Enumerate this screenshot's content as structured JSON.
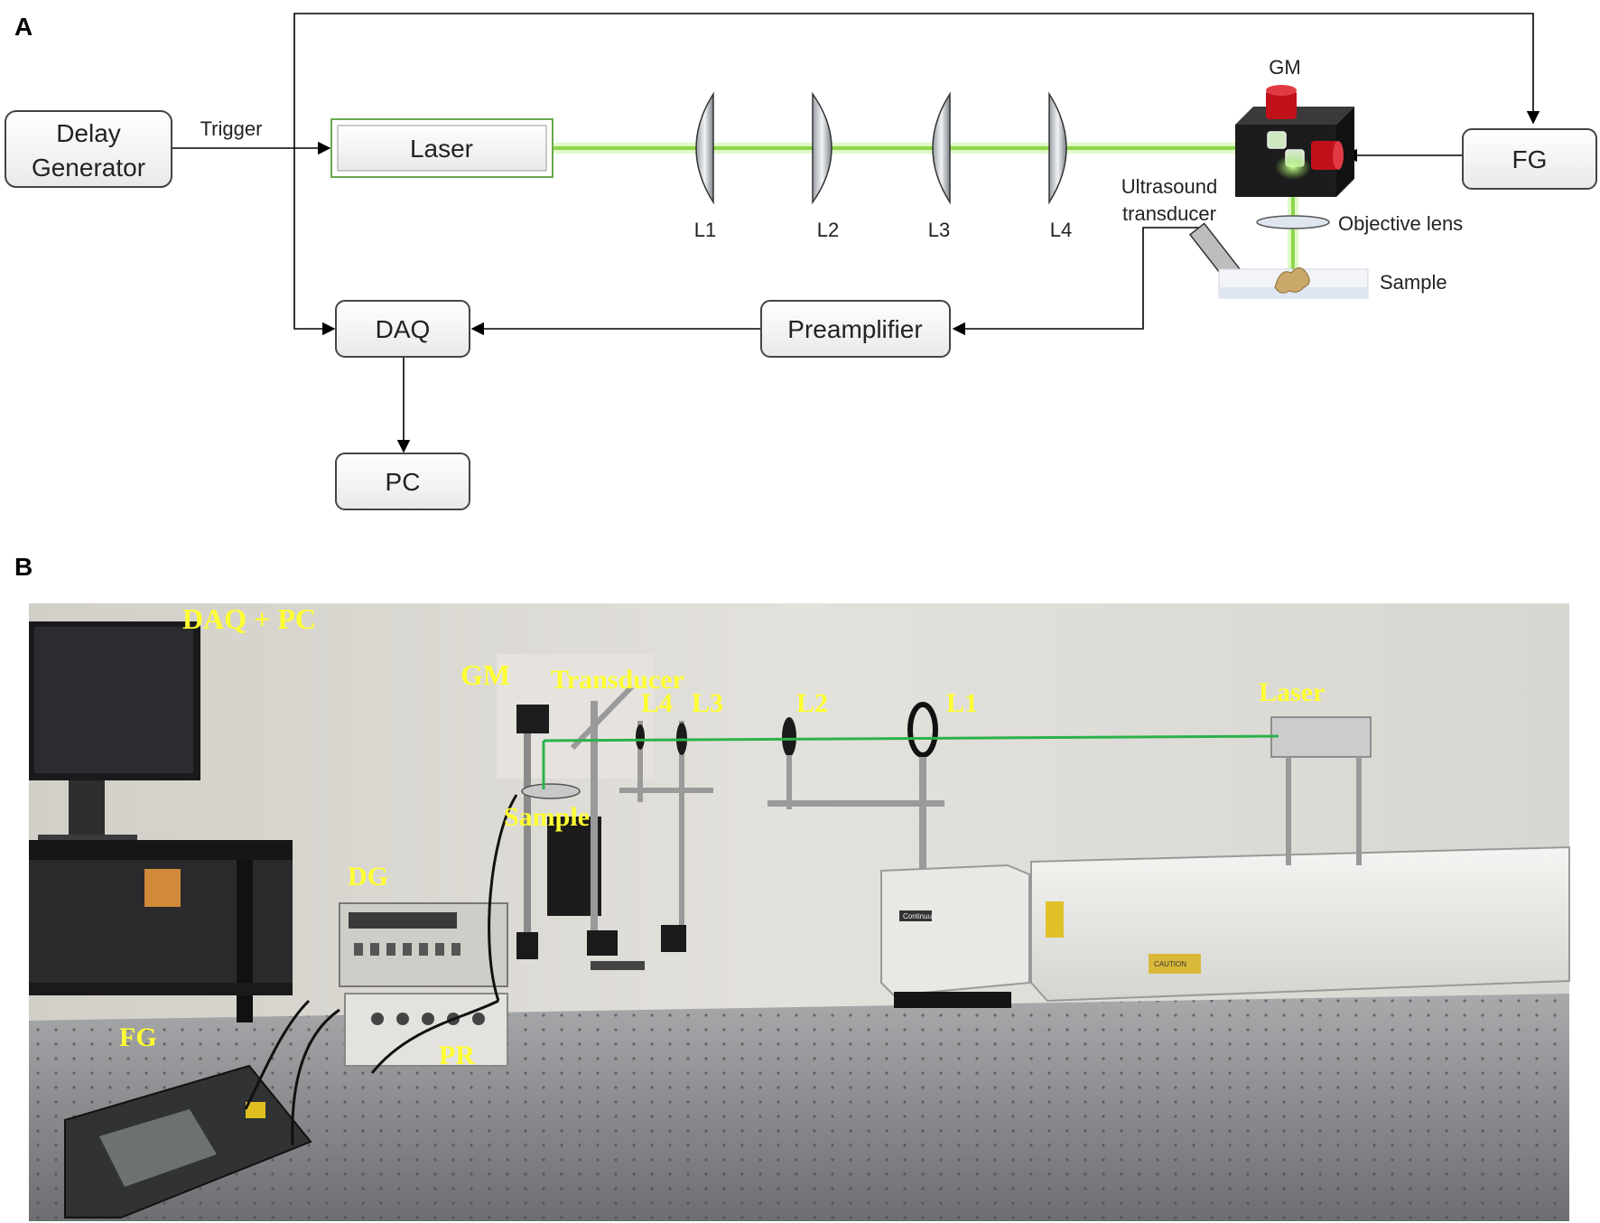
{
  "panels": {
    "a_label": "A",
    "b_label": "B"
  },
  "diagram": {
    "blocks": {
      "delay_generator_line1": "Delay",
      "delay_generator_line2": "Generator",
      "laser": "Laser",
      "fg": "FG",
      "daq": "DAQ",
      "pc": "PC",
      "preamplifier": "Preamplifier"
    },
    "labels": {
      "trigger": "Trigger",
      "gm": "GM",
      "l1": "L1",
      "l2": "L2",
      "l3": "L3",
      "l4": "L4",
      "transducer_line1": "Ultrasound",
      "transducer_line2": "transducer",
      "objective_lens": "Objective lens",
      "sample": "Sample"
    },
    "colors": {
      "beam": "#8ed64a",
      "mirror_motor": "#c0111b",
      "block_border": "#444444"
    }
  },
  "photo": {
    "labels": {
      "daq_pc": "DAQ + PC",
      "gm": "GM",
      "transducer": "Transducer",
      "l4": "L4",
      "l3": "L3",
      "l2": "L2",
      "l1": "L1",
      "laser": "Laser",
      "dg": "DG",
      "sample": "Sample",
      "fg": "FG",
      "pr": "PR"
    },
    "instrument_texts": {
      "laser_head_brand": "Continuum",
      "caution_sticker": "CAUTION"
    },
    "colors": {
      "label": "#ffff33",
      "beam": "#2bb24a",
      "wall": "#dcdad4",
      "table": "#8a8c8e"
    }
  }
}
